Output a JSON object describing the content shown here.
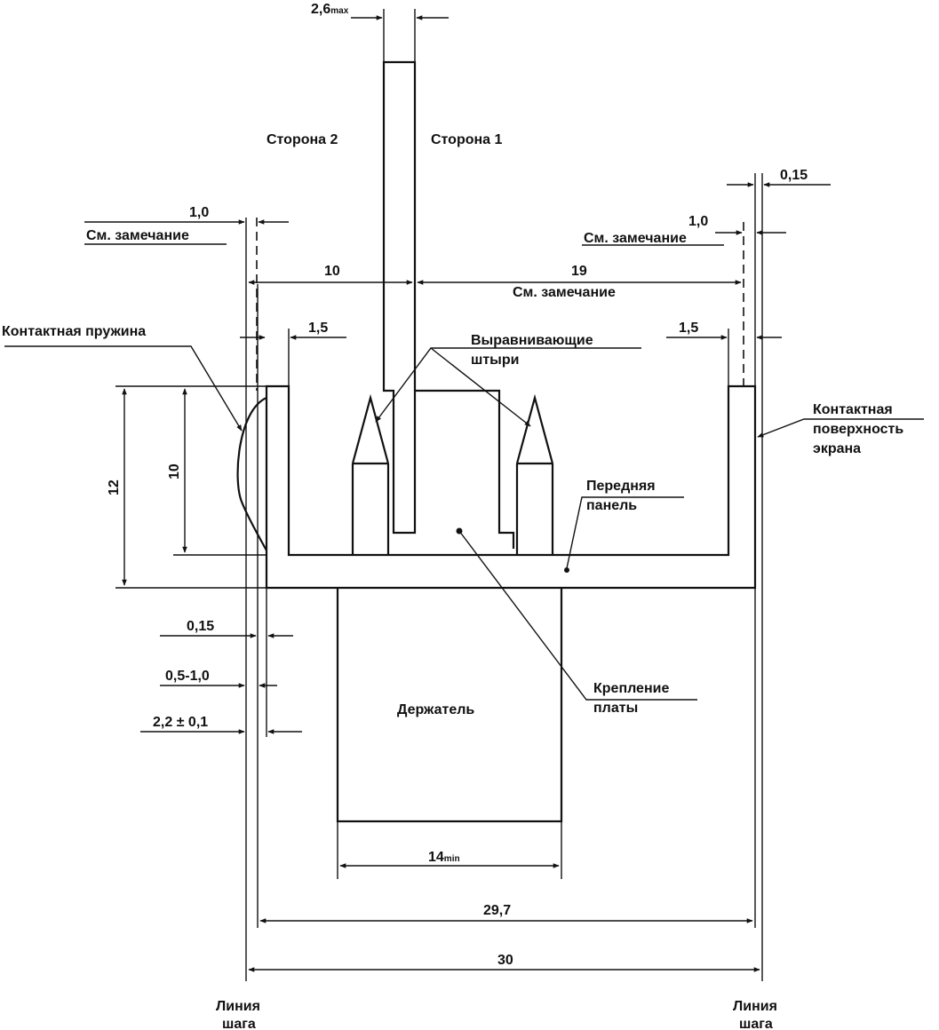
{
  "labels": {
    "side2": "Сторона 2",
    "side1": "Сторона 1",
    "contact_spring": "Контактная пружина",
    "alignment_pins_1": "Выравнивающие",
    "alignment_pins_2": "штыри",
    "contact_surface_1": "Контактная",
    "contact_surface_2": "поверхность",
    "contact_surface_3": "экрана",
    "front_panel_1": "Передняя",
    "front_panel_2": "панель",
    "board_mount_1": "Крепление",
    "board_mount_2": "платы",
    "holder": "Держатель",
    "pitch_line_left_1": "Линия",
    "pitch_line_left_2": "шага",
    "pitch_line_right_1": "Линия",
    "pitch_line_right_2": "шага",
    "see_note_left": "См. замечание",
    "see_note_right": "См. замечание",
    "see_note_center": "См. замечание"
  },
  "dimensions": {
    "board_thickness_main": "2,6",
    "board_thickness_sub": "max",
    "gap_right_top": "0,15",
    "gap_left": "1,0",
    "gap_right": "1,0",
    "side2_span": "10",
    "side1_span": "19",
    "wall_left": "1,5",
    "wall_right": "1,5",
    "height_outer": "12",
    "height_inner": "10",
    "spring_gap": "0,15",
    "spring_range": "0,5-1,0",
    "spring_offset": "2,2 ± 0,1",
    "holder_width_main": "14",
    "holder_width_sub": "min",
    "inner_width": "29,7",
    "pitch": "30"
  }
}
